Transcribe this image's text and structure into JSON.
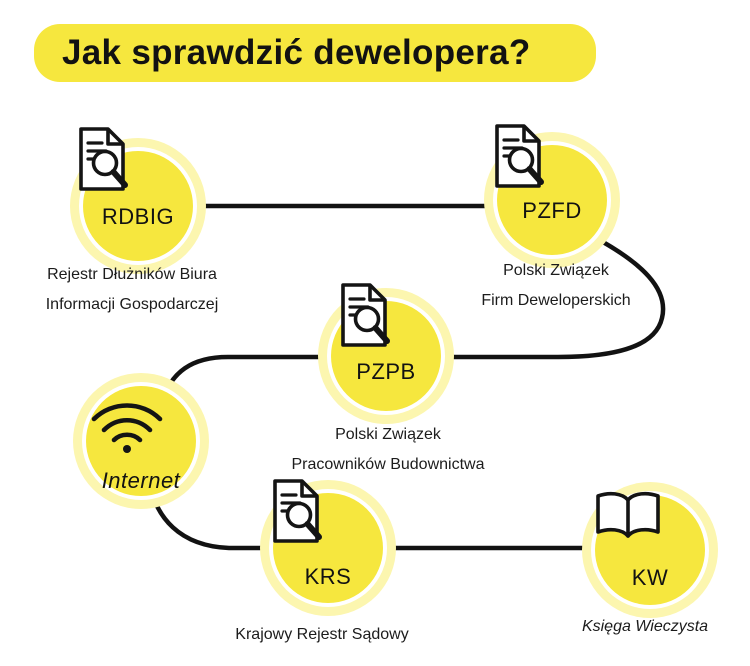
{
  "title": "Jak sprawdzić dewelopera?",
  "nodes": [
    {
      "id": "rdbig",
      "label": "RDBIG",
      "icon": "document-search-icon",
      "desc_lines": [
        "Rejestr Dłużników Biura",
        "Informacji Gospodarczej"
      ]
    },
    {
      "id": "pzfd",
      "label": "PZFD",
      "icon": "document-search-icon",
      "desc_lines": [
        "Polski Związek",
        "Firm Deweloperskich"
      ]
    },
    {
      "id": "pzpb",
      "label": "PZPB",
      "icon": "document-search-icon",
      "desc_lines": [
        "Polski Związek",
        "Pracowników Budownictwa"
      ]
    },
    {
      "id": "internet",
      "label": "Internet",
      "icon": "wifi-icon",
      "desc_lines": []
    },
    {
      "id": "krs",
      "label": "KRS",
      "icon": "document-search-icon",
      "desc_lines": [
        "Krajowy Rejestr Sądowy"
      ]
    },
    {
      "id": "kw",
      "label": "KW",
      "icon": "open-book-icon",
      "desc_lines": [
        "Księga Wieczysta"
      ]
    }
  ],
  "colors": {
    "yellow": "#F6E73E",
    "halo": "#FCF6AF",
    "ink": "#121212",
    "line": "#121212",
    "background": "#FFFFFF"
  }
}
